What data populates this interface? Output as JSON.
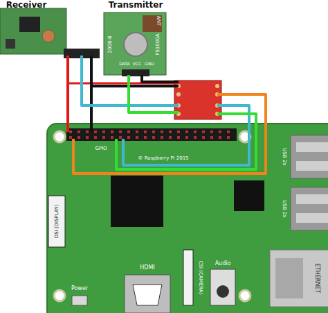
{
  "diagram": {
    "nodes": [
      {
        "text": [
          "Receiver"
        ]
      },
      {
        "text": [
          "Transmitter",
          "FS1000A",
          "ANT",
          "2008-8",
          "DATA",
          "VCC",
          "GND"
        ]
      }
    ],
    "labels": [
      "GPIO",
      "© Raspberry Pi 2015",
      "DSI (DISPLAY)",
      "Power",
      "HDMI",
      "CSI (CAMERA)",
      "Audio",
      "ETHERNET",
      "USB 2x",
      "USB 2x"
    ]
  }
}
